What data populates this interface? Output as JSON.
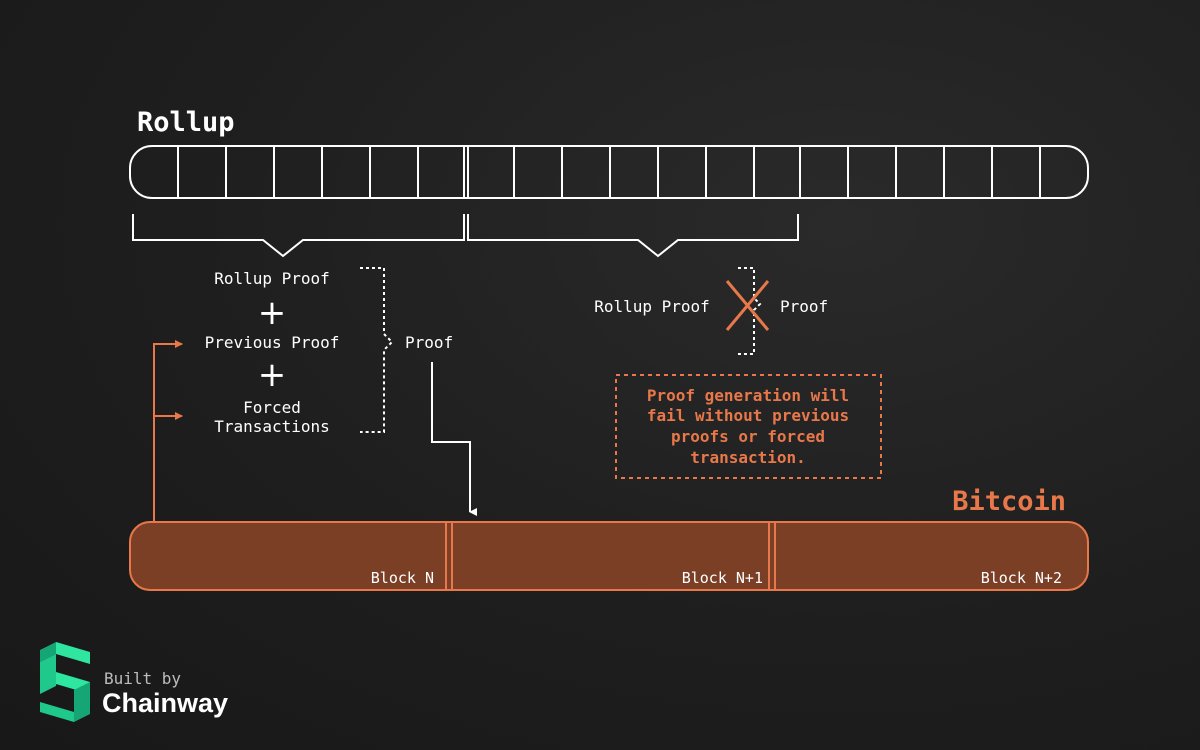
{
  "rollup": {
    "title": "Rollup"
  },
  "bitcoin": {
    "title": "Bitcoin"
  },
  "left_group": {
    "rollup_proof": "Rollup Proof",
    "plus": "+",
    "previous_proof": "Previous Proof",
    "forced_line1": "Forced",
    "forced_line2": "Transactions",
    "result": "Proof"
  },
  "right_group": {
    "rollup_proof": "Rollup Proof",
    "result": "Proof"
  },
  "warning": {
    "lines": [
      "Proof generation will",
      "fail without previous",
      "proofs or forced",
      "transaction."
    ]
  },
  "blocks": [
    {
      "label": "Block N"
    },
    {
      "label": "Block N+1"
    },
    {
      "label": "Block N+2"
    }
  ],
  "footer": {
    "built_by": "Built by",
    "brand": "Chainway"
  },
  "colors": {
    "accent": "#e8784a",
    "block_fill": "#7b3f26",
    "line": "#ffffff",
    "brand_green": "#2ee6a0"
  }
}
